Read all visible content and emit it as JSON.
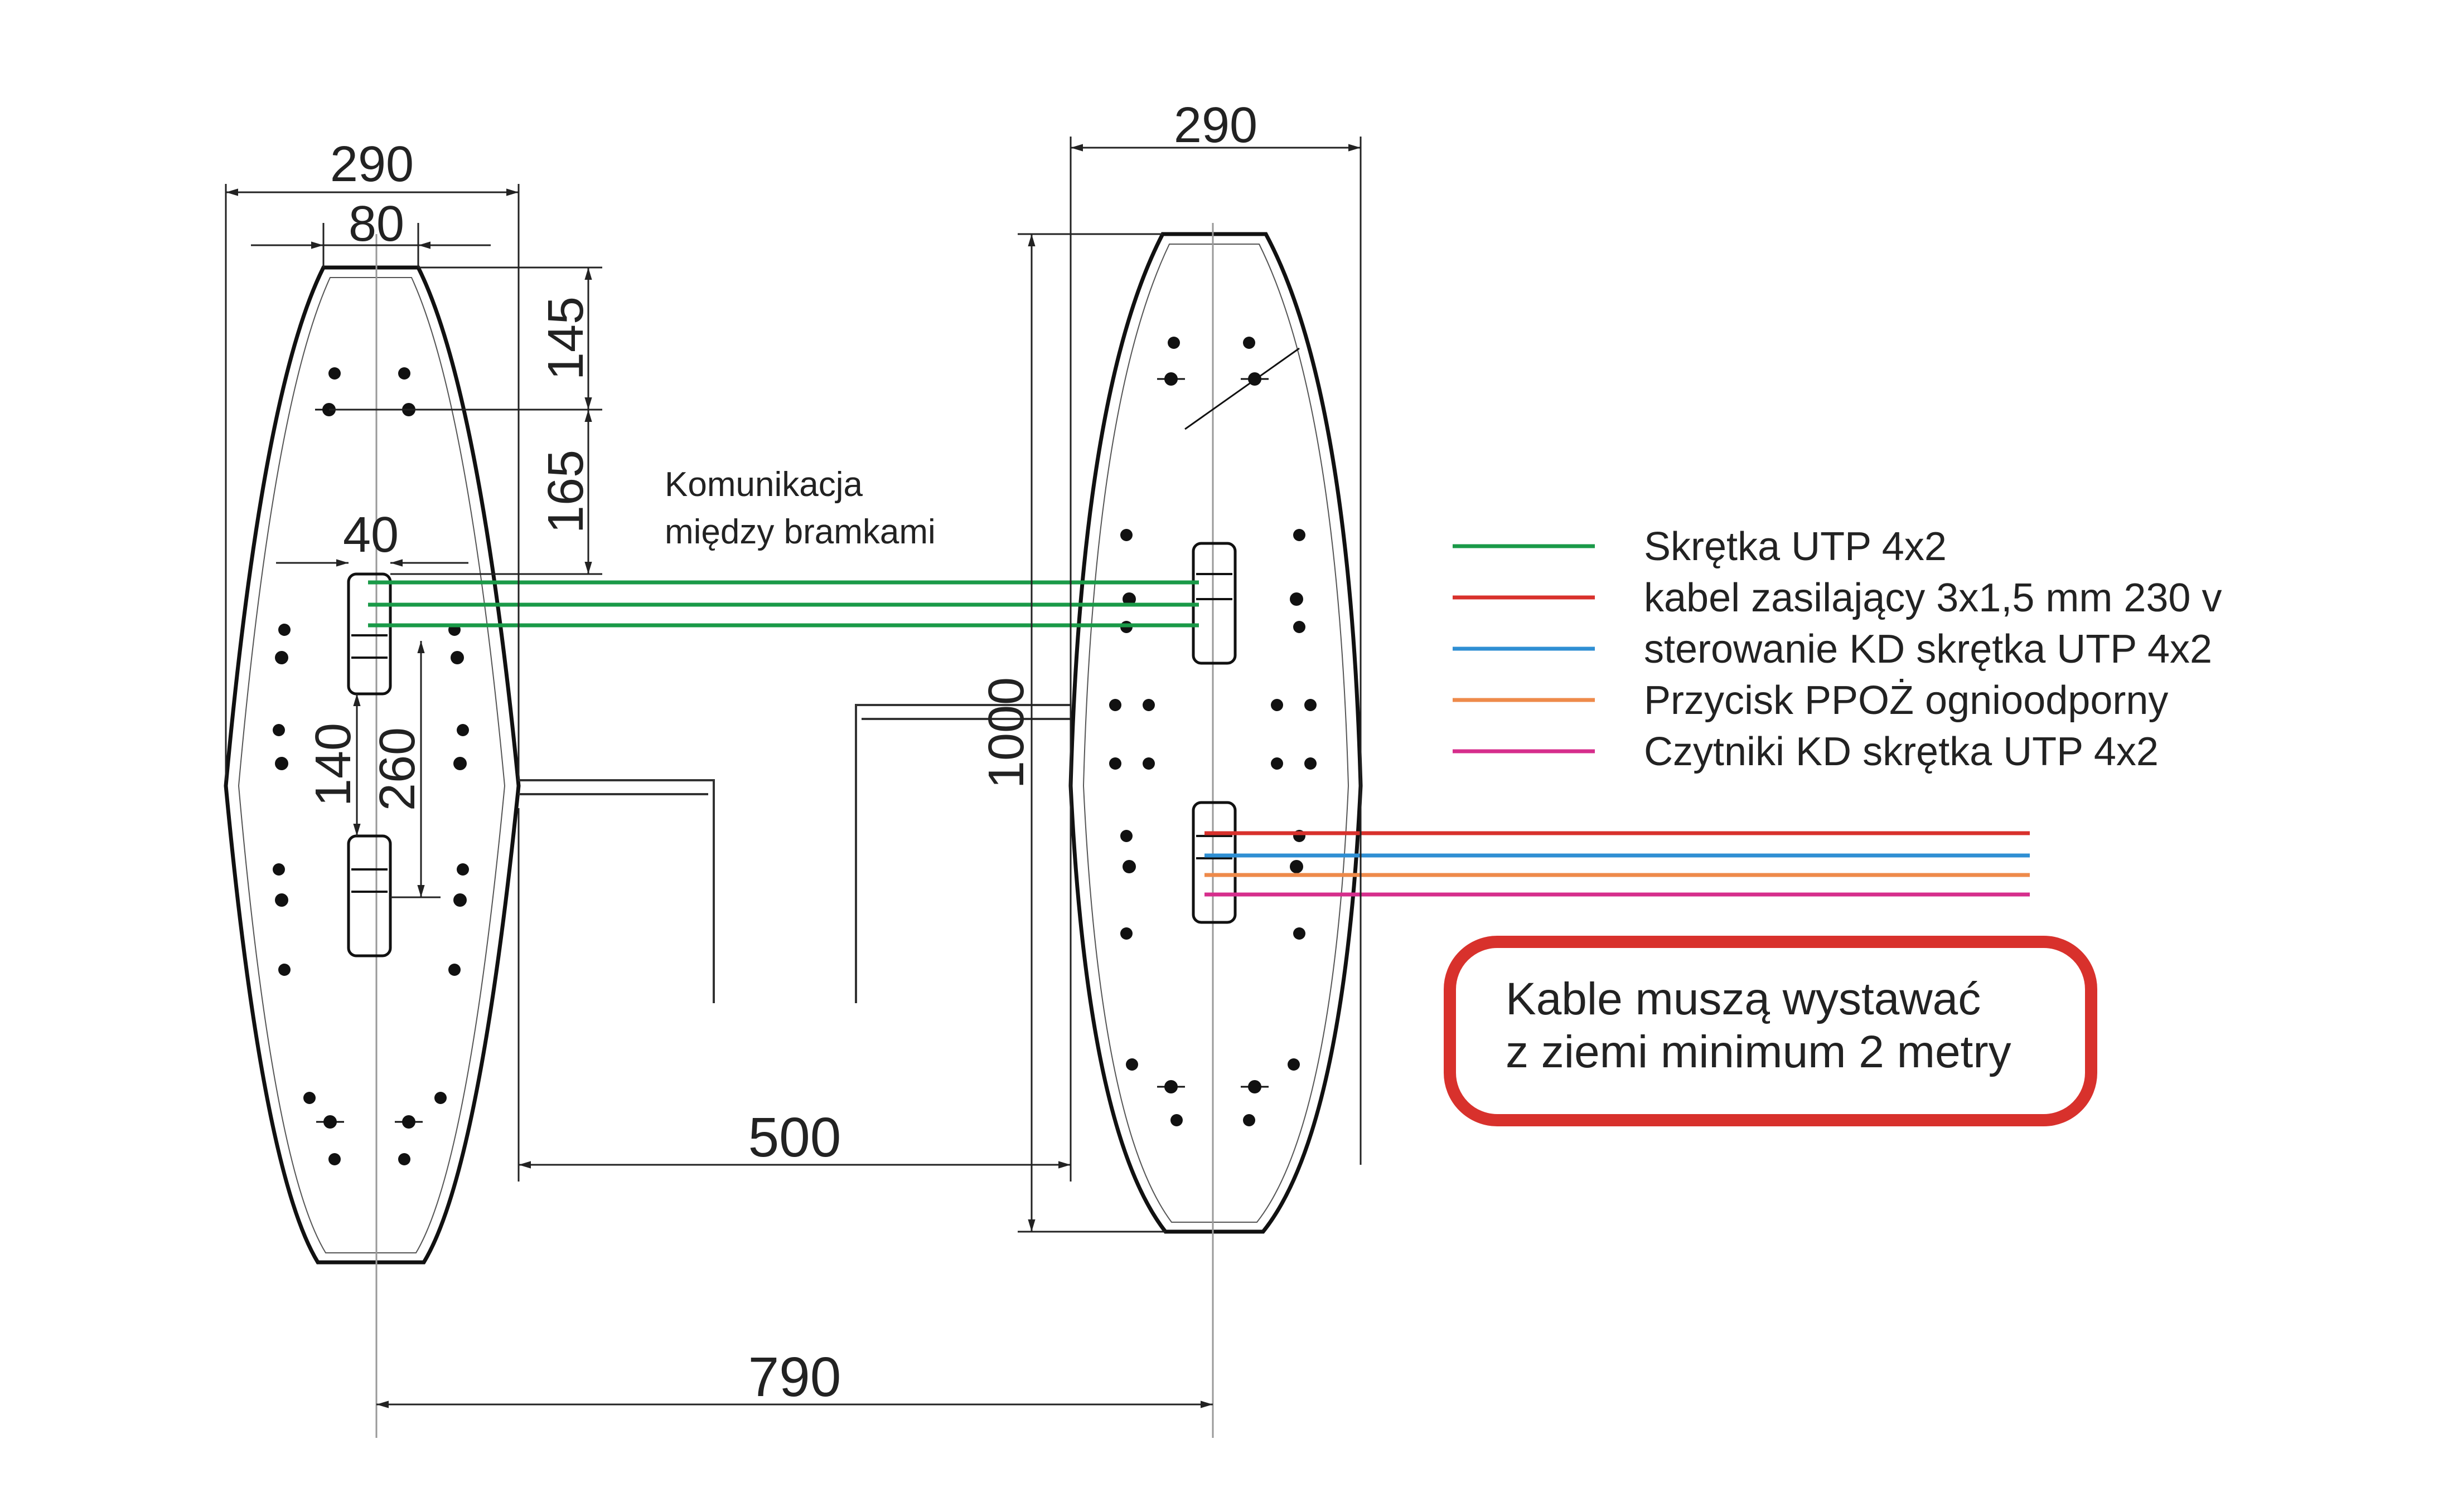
{
  "dimensions": {
    "left_width": "290",
    "left_slot_width": "80",
    "left_top_offset": "145",
    "left_second_offset": "165",
    "left_reader_width": "40",
    "left_reader_gap": "140",
    "left_reader_span": "260",
    "right_width": "290",
    "right_length": "1000",
    "gap_between": "500",
    "axis_distance": "790"
  },
  "labels": {
    "communication_line1": "Komunikacja",
    "communication_line2": "między bramkami"
  },
  "legend": [
    {
      "label": "Skrętka UTP 4x2",
      "color": "#1a9a48"
    },
    {
      "label": "kabel zasilający 3x1,5 mm 230 v",
      "color": "#d8312c"
    },
    {
      "label": "sterowanie KD skrętka UTP 4x2",
      "color": "#2f8fd3"
    },
    {
      "label": "Przycisk PPOŻ  ognioodporny",
      "color": "#ee8a4a"
    },
    {
      "label": "Czytniki KD skrętka UTP 4x2",
      "color": "#d62e8c"
    }
  ],
  "note": {
    "line1": "Kable muszą wystawać",
    "line2": "z ziemi minimum 2 metry",
    "border_color": "#d8312c"
  }
}
